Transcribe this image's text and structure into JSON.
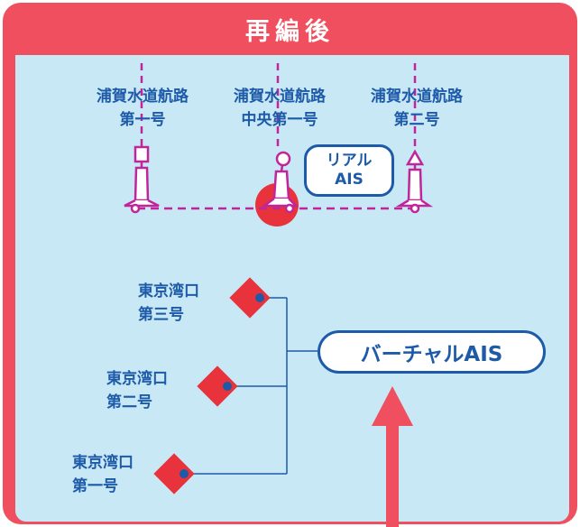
{
  "header": {
    "title": "再編後"
  },
  "real_buoys": [
    {
      "line1": "浦賀水道航路",
      "line2": "第一号"
    },
    {
      "line1": "浦賀水道航路",
      "line2": "中央第一号"
    },
    {
      "line1": "浦賀水道航路",
      "line2": "第二号"
    }
  ],
  "real_ais": {
    "line1": "リアル",
    "line2": "AIS"
  },
  "virtual_buoys": [
    {
      "line1": "東京湾口",
      "line2": "第三号"
    },
    {
      "line1": "東京湾口",
      "line2": "第二号"
    },
    {
      "line1": "東京湾口",
      "line2": "第一号"
    }
  ],
  "virtual_ais": {
    "label": "バーチャルAIS"
  },
  "colors": {
    "accent_red": "#ef4f5e",
    "blue": "#1d5aa8",
    "magenta": "#c0259a",
    "background": "#c8e8f5"
  }
}
